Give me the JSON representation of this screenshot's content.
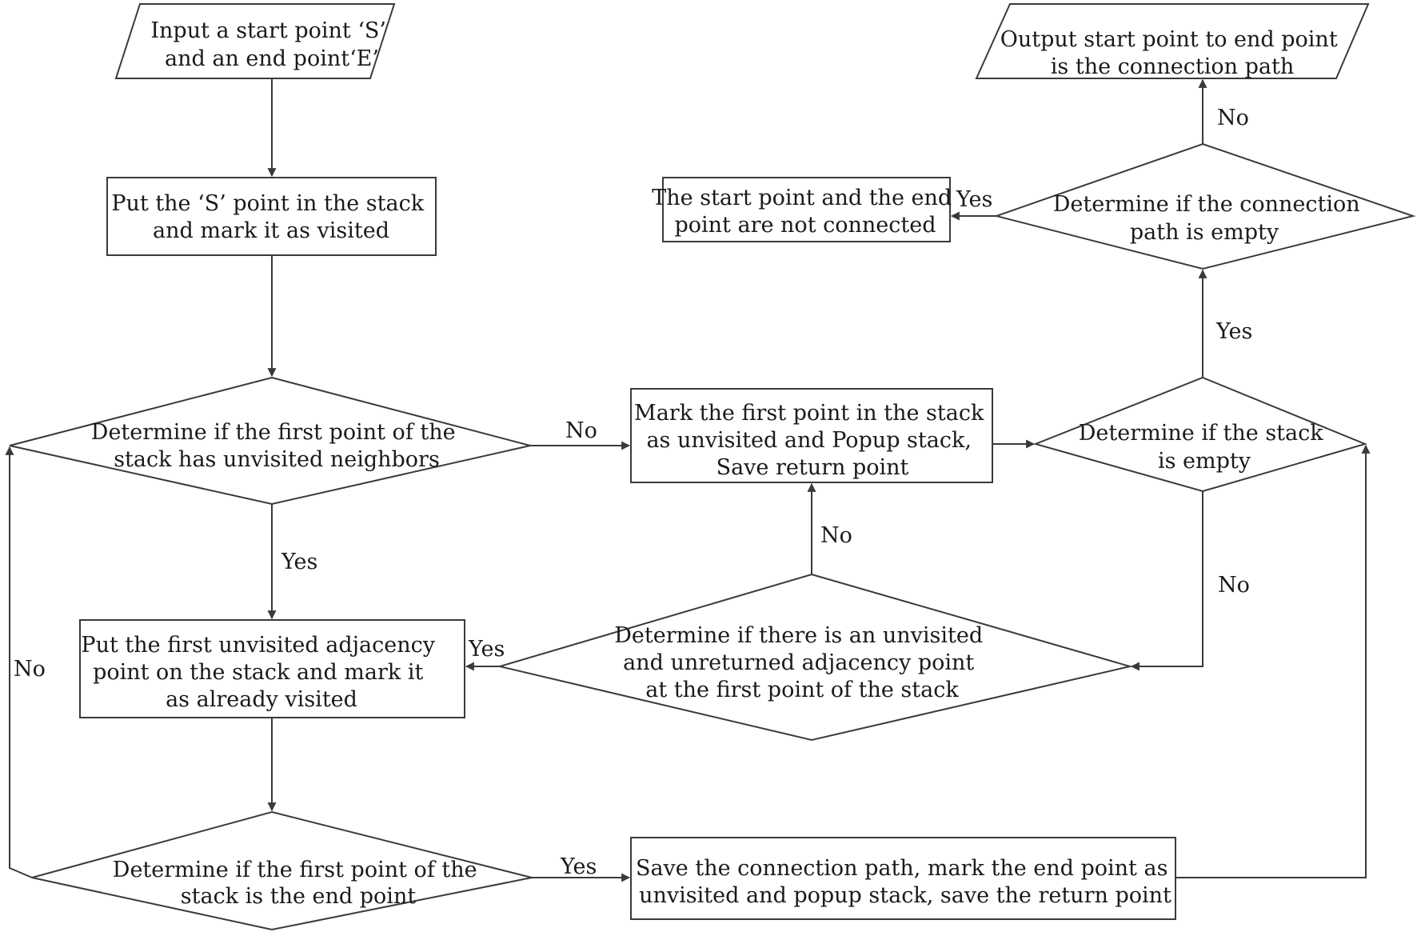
{
  "nodes": {
    "input": {
      "lines": [
        "Input a start point ‘S’",
        "and an end point‘E’"
      ]
    },
    "put_s": {
      "lines": [
        "Put the ‘S’ point in the stack",
        "and mark it as visited"
      ]
    },
    "check_neighbors": {
      "lines": [
        "Determine if the first point of the",
        "stack has unvisited neighbors"
      ]
    },
    "put_adjacent": {
      "lines": [
        "Put the first unvisited adjacency",
        "point on the stack and mark it",
        "as already visited"
      ]
    },
    "check_end": {
      "lines": [
        "Determine if the first point of the",
        "stack is the end point"
      ]
    },
    "save_path": {
      "lines": [
        "Save the connection path, mark the end point as",
        "unvisited and popup stack, save the return point"
      ]
    },
    "mark_unvisited": {
      "lines": [
        "Mark the first point in the stack",
        "as unvisited and Popup stack,",
        "Save return point"
      ]
    },
    "check_unreturned": {
      "lines": [
        "Determine if there is an unvisited",
        "and unreturned adjacency point",
        "at the first point of the stack"
      ]
    },
    "check_stack_empty": {
      "lines": [
        "Determine if the stack",
        "is empty"
      ]
    },
    "check_path_empty": {
      "lines": [
        "Determine if the connection",
        "path is empty"
      ]
    },
    "not_connected": {
      "lines": [
        "The start point and the end",
        "point are not connected"
      ]
    },
    "output": {
      "lines": [
        "Output start point to end point",
        "is the connection path"
      ]
    }
  },
  "edge_labels": {
    "neighbors_no": "No",
    "neighbors_yes": "Yes",
    "end_yes": "Yes",
    "end_no": "No",
    "unreturned_yes": "Yes",
    "unreturned_no": "No",
    "stack_empty_yes": "Yes",
    "stack_empty_no": "No",
    "path_empty_yes": "Yes",
    "path_empty_no": "No"
  }
}
